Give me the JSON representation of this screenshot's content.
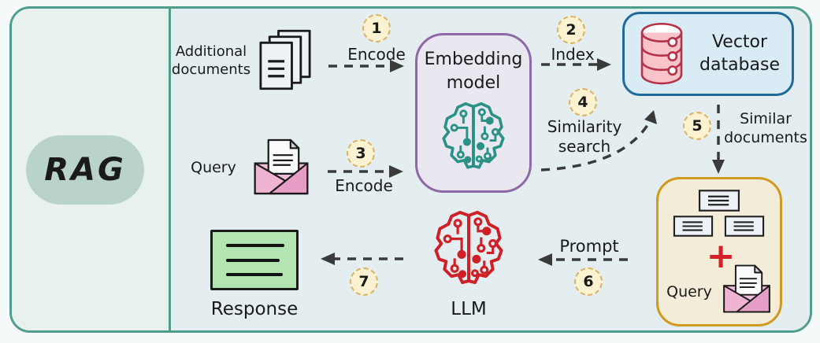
{
  "rag_label": "RAG",
  "nodes": {
    "additional_documents": "Additional\ndocuments",
    "query_top": "Query",
    "embedding_model": "Embedding\nmodel",
    "vector_database": "Vector\ndatabase",
    "llm": "LLM",
    "response": "Response",
    "query_bottom": "Query",
    "plus": "+"
  },
  "steps": [
    {
      "number": "1",
      "label": "Encode"
    },
    {
      "number": "2",
      "label": "Index"
    },
    {
      "number": "3",
      "label": "Encode"
    },
    {
      "number": "4",
      "label": "Similarity\nsearch"
    },
    {
      "number": "5",
      "label": "Similar\ndocuments"
    },
    {
      "number": "6",
      "label": "Prompt"
    },
    {
      "number": "7"
    }
  ],
  "colors": {
    "frame_border": "#4e9d8d",
    "panel_bg_left": "#e8f1ee",
    "panel_bg_right": "#e4eef0",
    "rag_pill_bg": "#b9d3c9",
    "badge_bg": "#fbf2d2",
    "badge_border": "#d8b266",
    "embedding_border": "#8f68a8",
    "embedding_bg": "#e9e7ef",
    "embedding_brain": "#2a9186",
    "vector_db_border": "#1f6c9c",
    "vector_db_bg": "#d9ebf4",
    "db_icon_stroke": "#b63047",
    "db_icon_fill": "#f8c3c9",
    "query_box_border": "#d09a1c",
    "query_box_bg": "#f2ecd9",
    "llm_brain": "#cf2028",
    "response_bg": "#b2e5b2",
    "envelope_pink": "#f2bcd6",
    "plus_red": "#d62128",
    "arrow": "#3a3a3a"
  }
}
